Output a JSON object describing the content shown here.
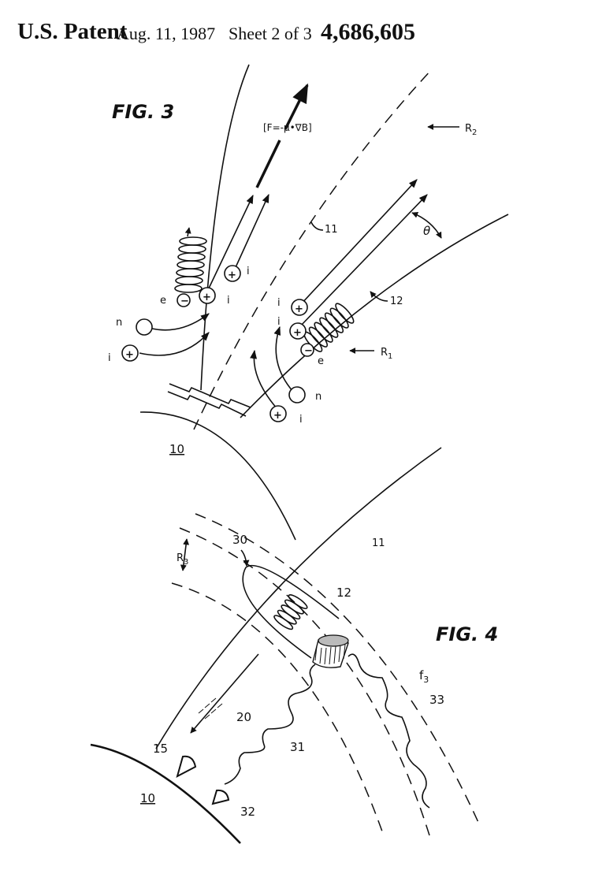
{
  "header": {
    "patent_label": "U.S. Patent",
    "date": "Aug. 11, 1987",
    "sheet": "Sheet 2 of 3",
    "patent_number": "4,686,605"
  },
  "fig3": {
    "title": "FIG. 3",
    "equation": "[F=-μ•∇B]",
    "labels": {
      "r2": "R",
      "r2_sub": "2",
      "r1": "R",
      "r1_sub": "1",
      "ref11": "11",
      "ref12": "12",
      "theta": "θ",
      "ref10": "10",
      "electron": "e",
      "neutral": "n",
      "ion": "i",
      "plus": "+",
      "minus": "−"
    }
  },
  "fig4": {
    "title": "FIG. 4",
    "labels": {
      "r3": "R",
      "r3_sub": "3",
      "ref30": "30",
      "ref11": "11",
      "ref12": "12",
      "f3": "f",
      "f3_sub": "3",
      "ref33": "33",
      "ref20": "20",
      "ref31": "31",
      "ref15": "15",
      "ref32": "32",
      "ref10": "10"
    }
  }
}
